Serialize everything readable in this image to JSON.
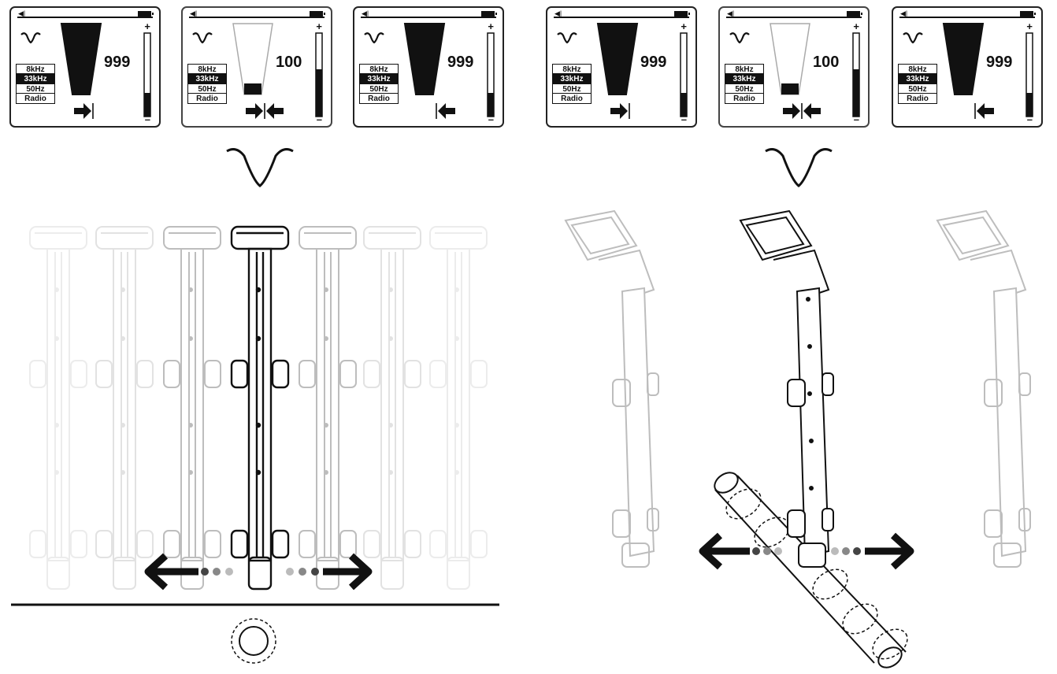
{
  "screens": [
    {
      "id": "s1",
      "signal": "999",
      "selected": 1,
      "arrow": "right",
      "faded": false
    },
    {
      "id": "s2",
      "signal": "100",
      "selected": 1,
      "arrow": "both",
      "faded": true
    },
    {
      "id": "s3",
      "signal": "999",
      "selected": 1,
      "arrow": "left",
      "faded": false
    },
    {
      "id": "s4",
      "signal": "999",
      "selected": 1,
      "arrow": "right",
      "faded": false
    },
    {
      "id": "s5",
      "signal": "100",
      "selected": 1,
      "arrow": "both",
      "faded": true
    },
    {
      "id": "s6",
      "signal": "999",
      "selected": 1,
      "arrow": "left",
      "faded": false
    }
  ],
  "frequencies": [
    "8kHz",
    "33kHz",
    "50Hz",
    "Radio"
  ],
  "speaker_glyph": "◀|",
  "icons": [
    "peak-mode-icon",
    "battery-icon",
    "speaker-icon",
    "left-right-arrow-icon",
    "signal-cone-icon",
    "strength-gauge-icon"
  ],
  "colors": {
    "ink": "#111111",
    "faded_ink": "#c8c8c8",
    "dot_dark": "#555555",
    "dot_light": "#aaaaaa",
    "background": "#ffffff"
  }
}
